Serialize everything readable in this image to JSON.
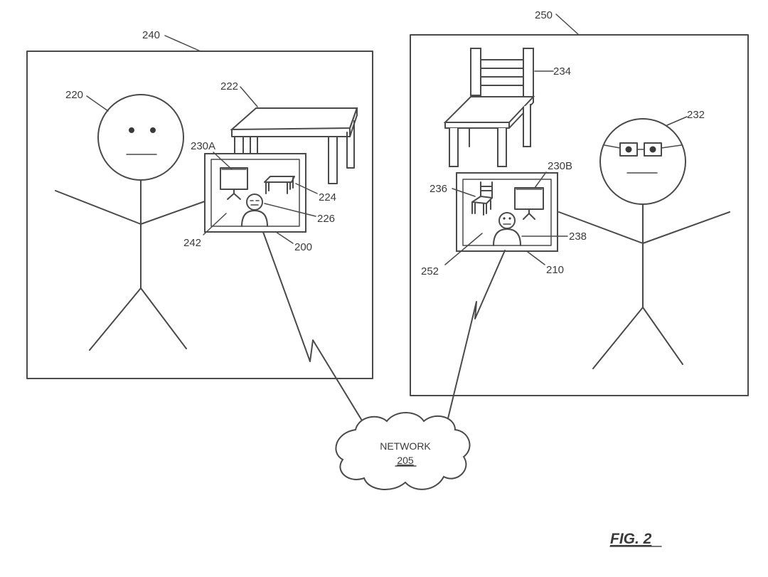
{
  "figure_label": "FIG. 2",
  "network": {
    "label": "NETWORK",
    "ref": "205"
  },
  "refs": {
    "r240": "240",
    "r250": "250",
    "r220": "220",
    "r222": "222",
    "r224": "224",
    "r226": "226",
    "r230a": "230A",
    "r242": "242",
    "r200": "200",
    "r232": "232",
    "r234": "234",
    "r236": "236",
    "r230b": "230B",
    "r238": "238",
    "r252": "252",
    "r210": "210"
  }
}
